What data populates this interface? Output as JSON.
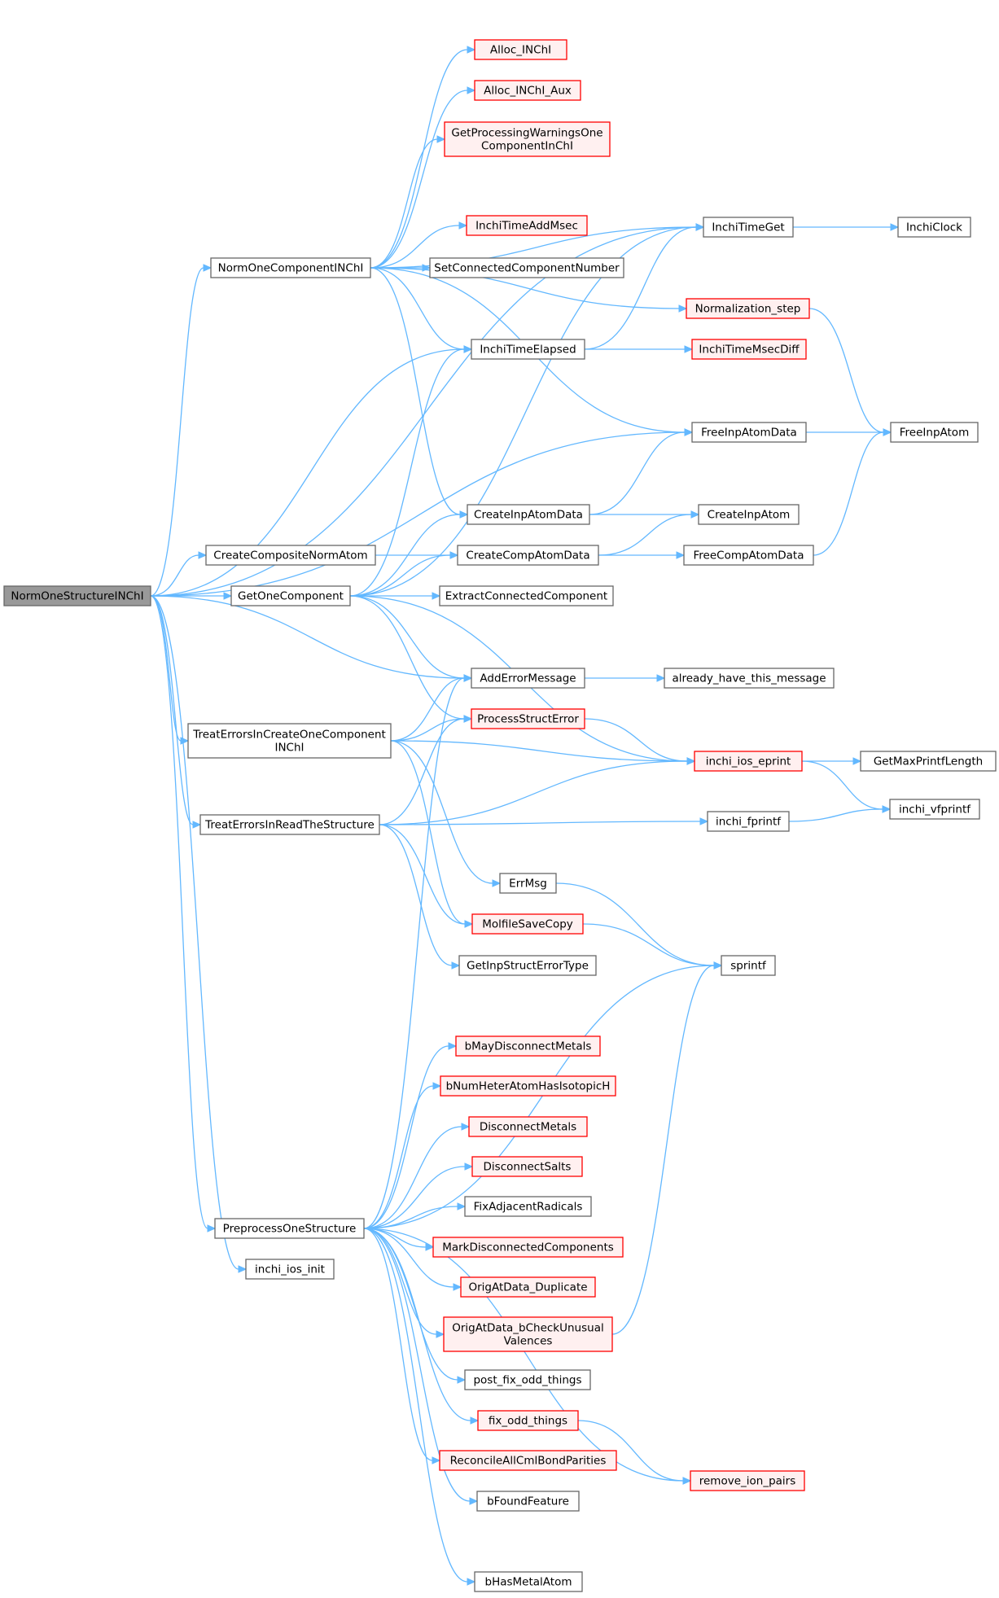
{
  "colors": {
    "edge": "#63b8ff",
    "root_fill": "#999999",
    "root_stroke": "#666666",
    "normal_fill": "#ffffff",
    "normal_stroke": "#666666",
    "truncated_fill": "#fff0f0",
    "truncated_stroke": "#ff0000"
  },
  "nodes": {
    "norm_one_structure_inchi": {
      "lines": [
        "NormOneStructureINChI"
      ],
      "style": "root"
    },
    "alloc_inchi": {
      "lines": [
        "Alloc_INChI"
      ],
      "style": "truncated"
    },
    "alloc_inchi_aux": {
      "lines": [
        "Alloc_INChI_Aux"
      ],
      "style": "truncated"
    },
    "get_processing_warnings": {
      "lines": [
        "GetProcessingWarningsOne",
        "ComponentInChI"
      ],
      "style": "truncated"
    },
    "inchi_time_add_msec": {
      "lines": [
        "InchiTimeAddMsec"
      ],
      "style": "truncated"
    },
    "inchi_time_get": {
      "lines": [
        "InchiTimeGet"
      ],
      "style": "normal"
    },
    "inchi_clock": {
      "lines": [
        "InchiClock"
      ],
      "style": "normal"
    },
    "norm_one_component_inchi": {
      "lines": [
        "NormOneComponentINChI"
      ],
      "style": "normal"
    },
    "set_connected_component_number": {
      "lines": [
        "SetConnectedComponentNumber"
      ],
      "style": "normal"
    },
    "normalization_step": {
      "lines": [
        "Normalization_step"
      ],
      "style": "truncated"
    },
    "inchi_time_elapsed": {
      "lines": [
        "InchiTimeElapsed"
      ],
      "style": "normal"
    },
    "inchi_time_msec_diff": {
      "lines": [
        "InchiTimeMsecDiff"
      ],
      "style": "truncated"
    },
    "free_inp_atom_data": {
      "lines": [
        "FreeInpAtomData"
      ],
      "style": "normal"
    },
    "free_inp_atom": {
      "lines": [
        "FreeInpAtom"
      ],
      "style": "normal"
    },
    "create_inp_atom_data": {
      "lines": [
        "CreateInpAtomData"
      ],
      "style": "normal"
    },
    "create_inp_atom": {
      "lines": [
        "CreateInpAtom"
      ],
      "style": "normal"
    },
    "create_composite_norm_atom": {
      "lines": [
        "CreateCompositeNormAtom"
      ],
      "style": "normal"
    },
    "create_comp_atom_data": {
      "lines": [
        "CreateCompAtomData"
      ],
      "style": "normal"
    },
    "free_comp_atom_data": {
      "lines": [
        "FreeCompAtomData"
      ],
      "style": "normal"
    },
    "get_one_component": {
      "lines": [
        "GetOneComponent"
      ],
      "style": "normal"
    },
    "extract_connected_component": {
      "lines": [
        "ExtractConnectedComponent"
      ],
      "style": "normal"
    },
    "add_error_message": {
      "lines": [
        "AddErrorMessage"
      ],
      "style": "normal"
    },
    "already_have_this_message": {
      "lines": [
        "already_have_this_message"
      ],
      "style": "normal"
    },
    "process_struct_error": {
      "lines": [
        "ProcessStructError"
      ],
      "style": "truncated"
    },
    "treat_errors_create": {
      "lines": [
        "TreatErrorsInCreateOneComponent",
        "INChI"
      ],
      "style": "normal"
    },
    "inchi_ios_eprint": {
      "lines": [
        "inchi_ios_eprint"
      ],
      "style": "truncated"
    },
    "get_max_printf_length": {
      "lines": [
        "GetMaxPrintfLength"
      ],
      "style": "normal"
    },
    "treat_errors_read": {
      "lines": [
        "TreatErrorsInReadTheStructure"
      ],
      "style": "normal"
    },
    "inchi_fprintf": {
      "lines": [
        "inchi_fprintf"
      ],
      "style": "normal"
    },
    "inchi_vfprintf": {
      "lines": [
        "inchi_vfprintf"
      ],
      "style": "normal"
    },
    "err_msg": {
      "lines": [
        "ErrMsg"
      ],
      "style": "normal"
    },
    "molfile_save_copy": {
      "lines": [
        "MolfileSaveCopy"
      ],
      "style": "truncated"
    },
    "sprintf": {
      "lines": [
        "sprintf"
      ],
      "style": "normal"
    },
    "get_inp_struct_error_type": {
      "lines": [
        "GetInpStructErrorType"
      ],
      "style": "normal"
    },
    "b_may_disconnect_metals": {
      "lines": [
        "bMayDisconnectMetals"
      ],
      "style": "truncated"
    },
    "b_num_heter_atom_has_isotopic_h": {
      "lines": [
        "bNumHeterAtomHasIsotopicH"
      ],
      "style": "truncated"
    },
    "disconnect_metals": {
      "lines": [
        "DisconnectMetals"
      ],
      "style": "truncated"
    },
    "disconnect_salts": {
      "lines": [
        "DisconnectSalts"
      ],
      "style": "truncated"
    },
    "fix_adjacent_radicals": {
      "lines": [
        "FixAdjacentRadicals"
      ],
      "style": "normal"
    },
    "preprocess_one_structure": {
      "lines": [
        "PreprocessOneStructure"
      ],
      "style": "normal"
    },
    "mark_disconnected_components": {
      "lines": [
        "MarkDisconnectedComponents"
      ],
      "style": "truncated"
    },
    "inchi_ios_init": {
      "lines": [
        "inchi_ios_init"
      ],
      "style": "normal"
    },
    "orig_at_data_duplicate": {
      "lines": [
        "OrigAtData_Duplicate"
      ],
      "style": "truncated"
    },
    "orig_at_data_check_unusual_valences": {
      "lines": [
        "OrigAtData_bCheckUnusual",
        "Valences"
      ],
      "style": "truncated"
    },
    "post_fix_odd_things": {
      "lines": [
        "post_fix_odd_things"
      ],
      "style": "normal"
    },
    "fix_odd_things": {
      "lines": [
        "fix_odd_things"
      ],
      "style": "truncated"
    },
    "reconcile_all_cml_bond_parities": {
      "lines": [
        "ReconcileAllCmlBondParities"
      ],
      "style": "truncated"
    },
    "remove_ion_pairs": {
      "lines": [
        "remove_ion_pairs"
      ],
      "style": "truncated"
    },
    "b_found_feature": {
      "lines": [
        "bFoundFeature"
      ],
      "style": "normal"
    },
    "b_has_metal_atom": {
      "lines": [
        "bHasMetalAtom"
      ],
      "style": "normal"
    }
  },
  "edges": [
    [
      "norm_one_structure_inchi",
      "inchi_time_get"
    ],
    [
      "norm_one_structure_inchi",
      "norm_one_component_inchi"
    ],
    [
      "norm_one_structure_inchi",
      "inchi_time_elapsed"
    ],
    [
      "norm_one_structure_inchi",
      "free_inp_atom_data"
    ],
    [
      "norm_one_structure_inchi",
      "create_composite_norm_atom"
    ],
    [
      "norm_one_structure_inchi",
      "get_one_component"
    ],
    [
      "norm_one_structure_inchi",
      "add_error_message"
    ],
    [
      "norm_one_structure_inchi",
      "treat_errors_create"
    ],
    [
      "norm_one_structure_inchi",
      "treat_errors_read"
    ],
    [
      "norm_one_structure_inchi",
      "preprocess_one_structure"
    ],
    [
      "norm_one_structure_inchi",
      "inchi_ios_init"
    ],
    [
      "norm_one_component_inchi",
      "alloc_inchi"
    ],
    [
      "norm_one_component_inchi",
      "alloc_inchi_aux"
    ],
    [
      "norm_one_component_inchi",
      "get_processing_warnings"
    ],
    [
      "norm_one_component_inchi",
      "inchi_time_get"
    ],
    [
      "norm_one_component_inchi",
      "inchi_time_add_msec"
    ],
    [
      "norm_one_component_inchi",
      "set_connected_component_number"
    ],
    [
      "norm_one_component_inchi",
      "normalization_step"
    ],
    [
      "norm_one_component_inchi",
      "inchi_time_elapsed"
    ],
    [
      "norm_one_component_inchi",
      "free_inp_atom_data"
    ],
    [
      "norm_one_component_inchi",
      "create_inp_atom_data"
    ],
    [
      "inchi_time_get",
      "inchi_clock"
    ],
    [
      "normalization_step",
      "free_inp_atom"
    ],
    [
      "inchi_time_elapsed",
      "inchi_time_get"
    ],
    [
      "inchi_time_elapsed",
      "inchi_time_msec_diff"
    ],
    [
      "free_inp_atom_data",
      "free_inp_atom"
    ],
    [
      "create_inp_atom_data",
      "free_inp_atom_data"
    ],
    [
      "create_inp_atom_data",
      "create_inp_atom"
    ],
    [
      "create_composite_norm_atom",
      "create_comp_atom_data"
    ],
    [
      "create_comp_atom_data",
      "create_inp_atom"
    ],
    [
      "create_comp_atom_data",
      "free_comp_atom_data"
    ],
    [
      "free_comp_atom_data",
      "free_inp_atom"
    ],
    [
      "get_one_component",
      "inchi_time_get"
    ],
    [
      "get_one_component",
      "inchi_time_elapsed"
    ],
    [
      "get_one_component",
      "create_inp_atom_data"
    ],
    [
      "get_one_component",
      "create_comp_atom_data"
    ],
    [
      "get_one_component",
      "extract_connected_component"
    ],
    [
      "get_one_component",
      "add_error_message"
    ],
    [
      "get_one_component",
      "process_struct_error"
    ],
    [
      "get_one_component",
      "inchi_ios_eprint"
    ],
    [
      "add_error_message",
      "already_have_this_message"
    ],
    [
      "treat_errors_create",
      "add_error_message"
    ],
    [
      "treat_errors_create",
      "process_struct_error"
    ],
    [
      "treat_errors_create",
      "inchi_ios_eprint"
    ],
    [
      "treat_errors_create",
      "err_msg"
    ],
    [
      "treat_errors_create",
      "molfile_save_copy"
    ],
    [
      "process_struct_error",
      "inchi_ios_eprint"
    ],
    [
      "inchi_ios_eprint",
      "get_max_printf_length"
    ],
    [
      "inchi_ios_eprint",
      "inchi_vfprintf"
    ],
    [
      "treat_errors_read",
      "process_struct_error"
    ],
    [
      "treat_errors_read",
      "inchi_ios_eprint"
    ],
    [
      "treat_errors_read",
      "inchi_fprintf"
    ],
    [
      "treat_errors_read",
      "molfile_save_copy"
    ],
    [
      "treat_errors_read",
      "get_inp_struct_error_type"
    ],
    [
      "inchi_fprintf",
      "inchi_vfprintf"
    ],
    [
      "err_msg",
      "sprintf"
    ],
    [
      "molfile_save_copy",
      "sprintf"
    ],
    [
      "preprocess_one_structure",
      "add_error_message"
    ],
    [
      "preprocess_one_structure",
      "sprintf"
    ],
    [
      "preprocess_one_structure",
      "b_may_disconnect_metals"
    ],
    [
      "preprocess_one_structure",
      "b_num_heter_atom_has_isotopic_h"
    ],
    [
      "preprocess_one_structure",
      "disconnect_metals"
    ],
    [
      "preprocess_one_structure",
      "disconnect_salts"
    ],
    [
      "preprocess_one_structure",
      "fix_adjacent_radicals"
    ],
    [
      "preprocess_one_structure",
      "mark_disconnected_components"
    ],
    [
      "preprocess_one_structure",
      "orig_at_data_duplicate"
    ],
    [
      "preprocess_one_structure",
      "orig_at_data_check_unusual_valences"
    ],
    [
      "preprocess_one_structure",
      "post_fix_odd_things"
    ],
    [
      "preprocess_one_structure",
      "fix_odd_things"
    ],
    [
      "preprocess_one_structure",
      "reconcile_all_cml_bond_parities"
    ],
    [
      "preprocess_one_structure",
      "b_found_feature"
    ],
    [
      "preprocess_one_structure",
      "remove_ion_pairs"
    ],
    [
      "preprocess_one_structure",
      "b_has_metal_atom"
    ],
    [
      "orig_at_data_check_unusual_valences",
      "sprintf"
    ],
    [
      "fix_odd_things",
      "remove_ion_pairs"
    ]
  ]
}
